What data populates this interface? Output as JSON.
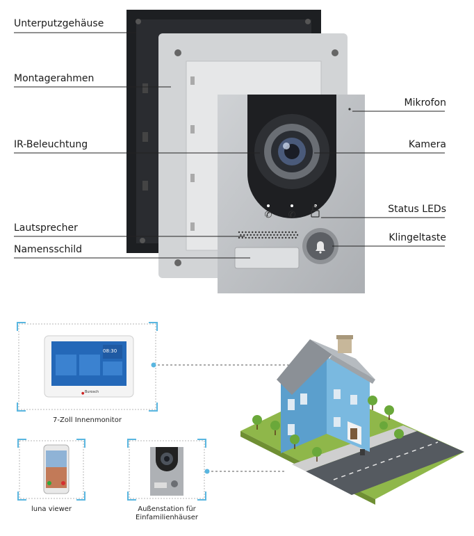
{
  "parts": {
    "left": [
      "Unterputzgehäuse",
      "Montagerahmen",
      "IR-Beleuchtung",
      "Lautsprecher",
      "Namensschild"
    ],
    "right": [
      "Mikrofon",
      "Kamera",
      "Status LEDs",
      "Klingeltaste"
    ]
  },
  "devices": {
    "monitor": {
      "caption": "7-Zoll Innenmonitor",
      "clock": "08:30",
      "brand": "Burosch"
    },
    "phone": {
      "caption": "luna viewer"
    },
    "outdoor": {
      "caption_line1": "Außenstation für",
      "caption_line2": "Einfamilienhäuser"
    }
  },
  "colors": {
    "bracket": "#59b6e0",
    "house_wall": "#6aaed8",
    "roof": "#9aa0a6",
    "grass": "#8fb74a",
    "road": "#555a60",
    "panel": "#b9bcc0"
  }
}
